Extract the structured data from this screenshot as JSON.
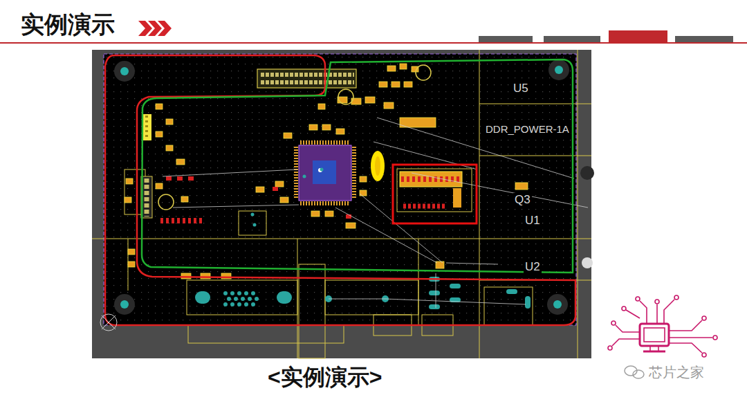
{
  "diagram": {
    "title": "实例演示",
    "caption": "<实例演示>",
    "labels": [
      "U5",
      "DDR_POWER-1A",
      "Q3",
      "U1",
      "U2",
      "芯片之家"
    ]
  }
}
